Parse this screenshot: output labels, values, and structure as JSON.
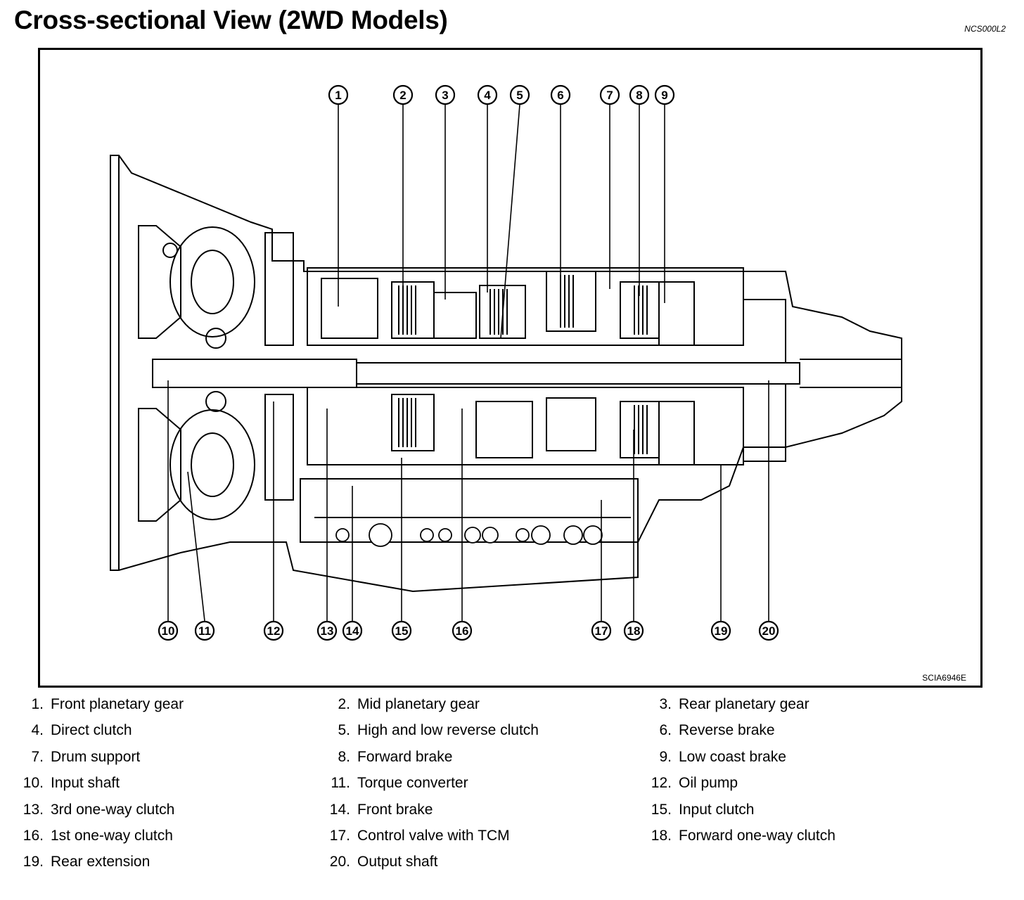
{
  "title": "Cross-sectional View (2WD Models)",
  "reference_code": "NCS000L2",
  "figure_code": "SCIA6946E",
  "callouts_top": [
    "1",
    "2",
    "3",
    "4",
    "5",
    "6",
    "7",
    "8",
    "9"
  ],
  "callouts_bottom": [
    "10",
    "11",
    "12",
    "13",
    "14",
    "15",
    "16",
    "17",
    "18",
    "19",
    "20"
  ],
  "legend": [
    {
      "num": "1.",
      "label": "Front planetary gear"
    },
    {
      "num": "2.",
      "label": "Mid planetary gear"
    },
    {
      "num": "3.",
      "label": "Rear planetary gear"
    },
    {
      "num": "4.",
      "label": "Direct clutch"
    },
    {
      "num": "5.",
      "label": "High and low reverse clutch"
    },
    {
      "num": "6.",
      "label": "Reverse brake"
    },
    {
      "num": "7.",
      "label": "Drum support"
    },
    {
      "num": "8.",
      "label": "Forward brake"
    },
    {
      "num": "9.",
      "label": "Low coast brake"
    },
    {
      "num": "10.",
      "label": "Input shaft"
    },
    {
      "num": "11.",
      "label": "Torque converter"
    },
    {
      "num": "12.",
      "label": "Oil pump"
    },
    {
      "num": "13.",
      "label": "3rd one-way clutch"
    },
    {
      "num": "14.",
      "label": "Front brake"
    },
    {
      "num": "15.",
      "label": "Input clutch"
    },
    {
      "num": "16.",
      "label": "1st one-way clutch"
    },
    {
      "num": "17.",
      "label": "Control valve with TCM"
    },
    {
      "num": "18.",
      "label": "Forward one-way clutch"
    },
    {
      "num": "19.",
      "label": "Rear extension"
    },
    {
      "num": "20.",
      "label": "Output shaft"
    }
  ]
}
